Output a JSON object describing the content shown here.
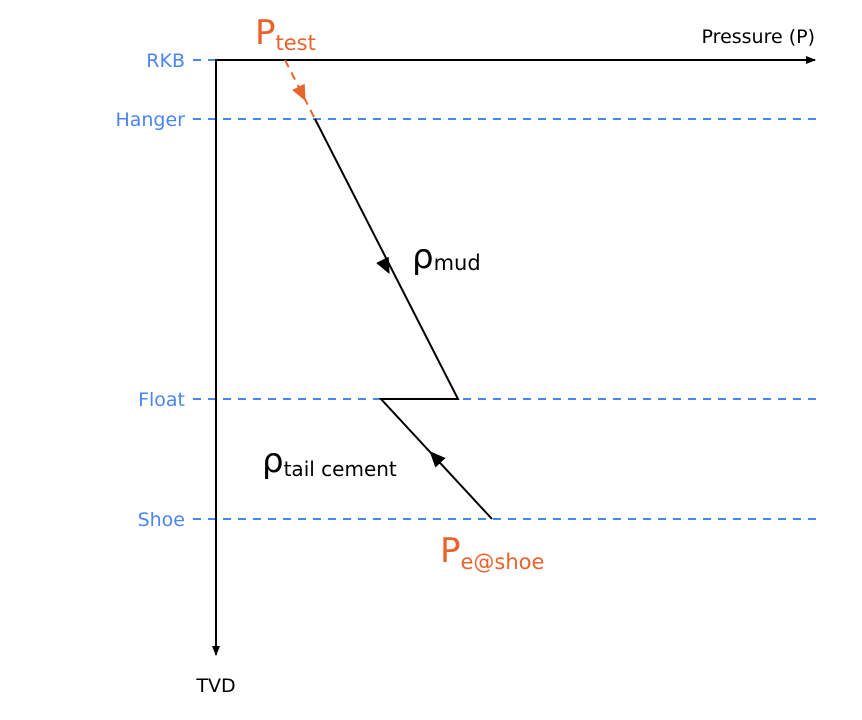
{
  "colors": {
    "level": "#4a86f0",
    "accent": "#e8642c",
    "line": "#000000"
  },
  "axes": {
    "x_label": "Pressure (P)",
    "y_label": "TVD"
  },
  "levels": [
    {
      "label": "RKB"
    },
    {
      "label": "Hanger"
    },
    {
      "label": "Float"
    },
    {
      "label": "Shoe"
    }
  ],
  "labels": {
    "p_test": {
      "main": "P",
      "sub": "test"
    },
    "rho_mud": {
      "main": "ρ",
      "sub": "mud"
    },
    "rho_tail": {
      "main": "ρ",
      "sub": "tail cement"
    },
    "p_shoe": {
      "main": "P",
      "sub": "e@shoe"
    }
  }
}
